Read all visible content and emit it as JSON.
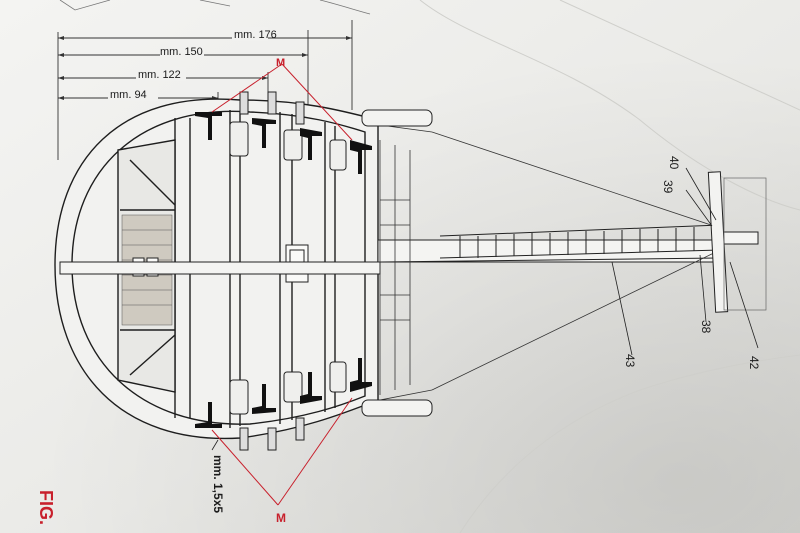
{
  "sheet": {
    "figure_label": "FIG.",
    "colors": {
      "paper": "#ecebe8",
      "ink": "#1b1b1b",
      "accent_red": "#c8202c"
    }
  },
  "dimensions": {
    "d176": "mm. 176",
    "d150": "mm. 150",
    "d122": "mm. 122",
    "d94": "mm. 94",
    "material": "mm. 1,5x5"
  },
  "callouts": {
    "m_top": "M",
    "m_bottom": "M",
    "c40": "40",
    "c39": "39",
    "c38": "38",
    "c42": "42",
    "c43": "43"
  }
}
